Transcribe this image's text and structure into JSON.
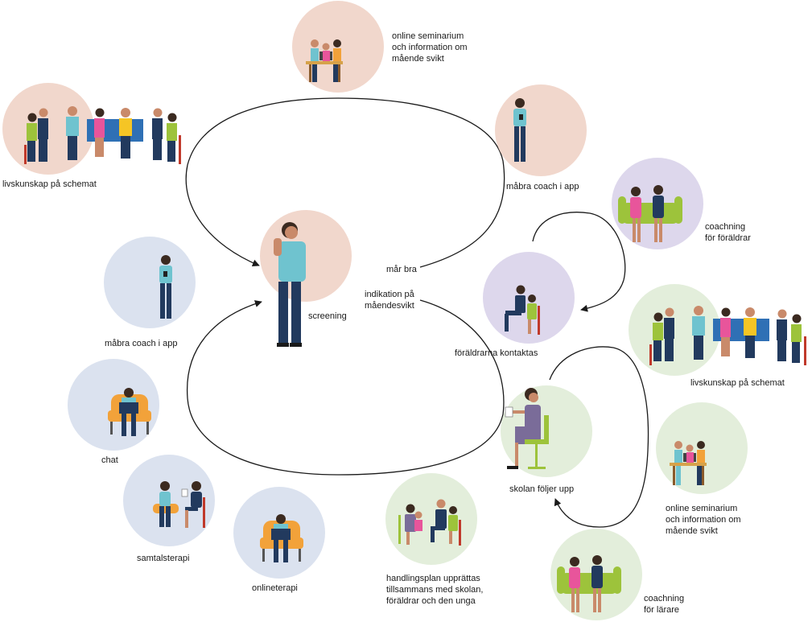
{
  "colors": {
    "peach": "#f1d7cc",
    "blue": "#dbe2ef",
    "lavender": "#ddd7ec",
    "green": "#e3eedb",
    "line": "#1a1a1a",
    "skin": "#c98a6a",
    "hair": "#3b2a20",
    "navy": "#223a5e",
    "teal": "#6fc3cf",
    "lime": "#9dc33b",
    "orange": "#f2a23a",
    "sofa": "#2f70b5",
    "yellow": "#f5c525",
    "pink": "#e8559b"
  },
  "nodes": {
    "n1": {
      "icon": "seminar-group-icon",
      "lines": [
        "online seminarium",
        "och information om",
        "mående svikt"
      ]
    },
    "n2": {
      "icon": "life-skills-group-icon",
      "lines": [
        "livskunskap på schemat"
      ]
    },
    "n3": {
      "icon": "person-phone-icon",
      "lines": [
        "måbra coach i app"
      ]
    },
    "n4": {
      "icon": "two-women-sofa-icon",
      "lines": [
        "coachning",
        "för föräldrar"
      ]
    },
    "n5": {
      "icon": "thinking-teen-icon",
      "lines": [
        "screening"
      ]
    },
    "n6": {
      "icon": "person-phone-icon",
      "lines": [
        "måbra coach i app"
      ]
    },
    "n7": {
      "icon": "parents-chair-icon",
      "lines": [
        "föräldrarna kontaktas"
      ]
    },
    "n8": {
      "icon": "life-skills-group-icon",
      "lines": [
        "livskunskap på schemat"
      ]
    },
    "n9": {
      "icon": "laptop-armchair-icon",
      "lines": [
        "chat"
      ]
    },
    "n10": {
      "icon": "teacher-notes-icon",
      "lines": [
        "skolan följer upp"
      ]
    },
    "n11": {
      "icon": "seminar-group-icon",
      "lines": [
        "online seminarium",
        "och information om",
        "mående svikt"
      ]
    },
    "n12": {
      "icon": "therapy-session-icon",
      "lines": [
        "samtalsterapi"
      ]
    },
    "n13": {
      "icon": "laptop-armchair-icon",
      "lines": [
        "onlineterapi"
      ]
    },
    "n14": {
      "icon": "family-meeting-icon",
      "lines": [
        "handlingsplan upprättas",
        "tillsammans med skolan,",
        "föräldrar och den unga"
      ]
    },
    "n15": {
      "icon": "two-women-sofa-icon",
      "lines": [
        "coachning",
        "för lärare"
      ]
    }
  },
  "edges": {
    "e1": {
      "lines": [
        "mår bra"
      ]
    },
    "e2": {
      "lines": [
        "indikation på",
        "måendesvikt"
      ]
    }
  }
}
